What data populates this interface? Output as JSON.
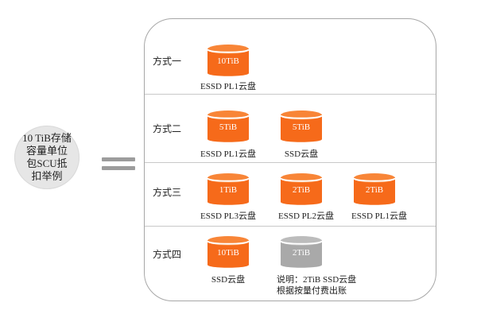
{
  "left_summary": {
    "text": "10 TiB存储容量单位包SCU抵扣举例"
  },
  "methods": [
    {
      "label": "方式一",
      "items": [
        {
          "disk": "10TiB",
          "caption": "ESSD PL1云盘",
          "color": "#f66a1a"
        }
      ]
    },
    {
      "label": "方式二",
      "items": [
        {
          "disk": "5TiB",
          "caption": "ESSD PL1云盘",
          "color": "#f66a1a"
        },
        {
          "disk": "5TiB",
          "caption": "SSD云盘",
          "color": "#f66a1a"
        }
      ]
    },
    {
      "label": "方式三",
      "items": [
        {
          "disk": "1TiB",
          "caption": "ESSD PL3云盘",
          "color": "#f66a1a"
        },
        {
          "disk": "2TiB",
          "caption": "ESSD PL2云盘",
          "color": "#f66a1a"
        },
        {
          "disk": "2TiB",
          "caption": "ESSD PL1云盘",
          "color": "#f66a1a"
        }
      ]
    },
    {
      "label": "方式四",
      "items": [
        {
          "disk": "10TiB",
          "caption": "SSD云盘",
          "color": "#f66a1a"
        },
        {
          "disk": "2TiB",
          "color": "#a9a9a9"
        }
      ],
      "note": "说明：2TiB SSD云盘\n根据按量付费出账"
    }
  ]
}
